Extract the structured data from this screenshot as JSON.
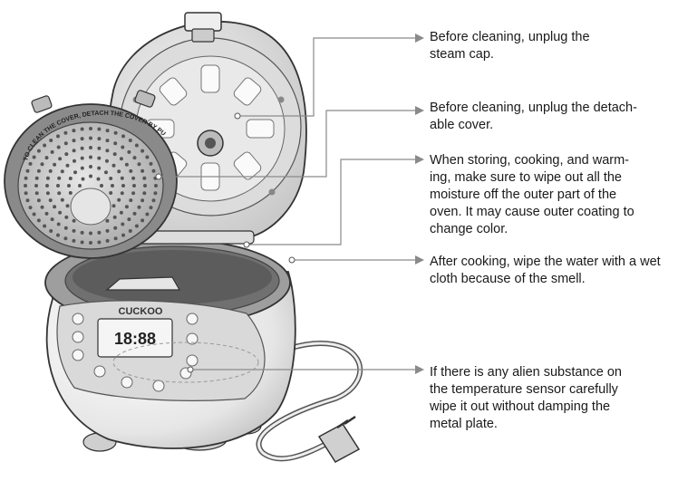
{
  "brand": "CUCKOO",
  "lid_ring_text": "TO CLEAN THE COVER, DETACH THE COVER BY PUSHING THE LEVER UP",
  "display_digits": "18:88",
  "annotations": [
    {
      "lines": [
        "Before cleaning, unplug the",
        "steam cap."
      ]
    },
    {
      "lines": [
        "Before cleaning, unplug the detach-",
        "able cover."
      ]
    },
    {
      "lines": [
        "When storing, cooking, and warm-",
        "ing, make sure to wipe out all the",
        "moisture off the outer part of the",
        "oven. It may cause outer coating to",
        "change color."
      ]
    },
    {
      "lines": [
        "After cooking, wipe the water with a wet",
        "cloth because of the smell."
      ]
    },
    {
      "lines": [
        "If there is any alien substance on",
        "the temperature sensor carefully",
        "wipe it out without damping the",
        "metal plate."
      ]
    }
  ],
  "colors": {
    "leader": "#8a8a8a",
    "outline": "#333333",
    "body": "#f2f2f2",
    "panel": "#d9d9d9"
  }
}
